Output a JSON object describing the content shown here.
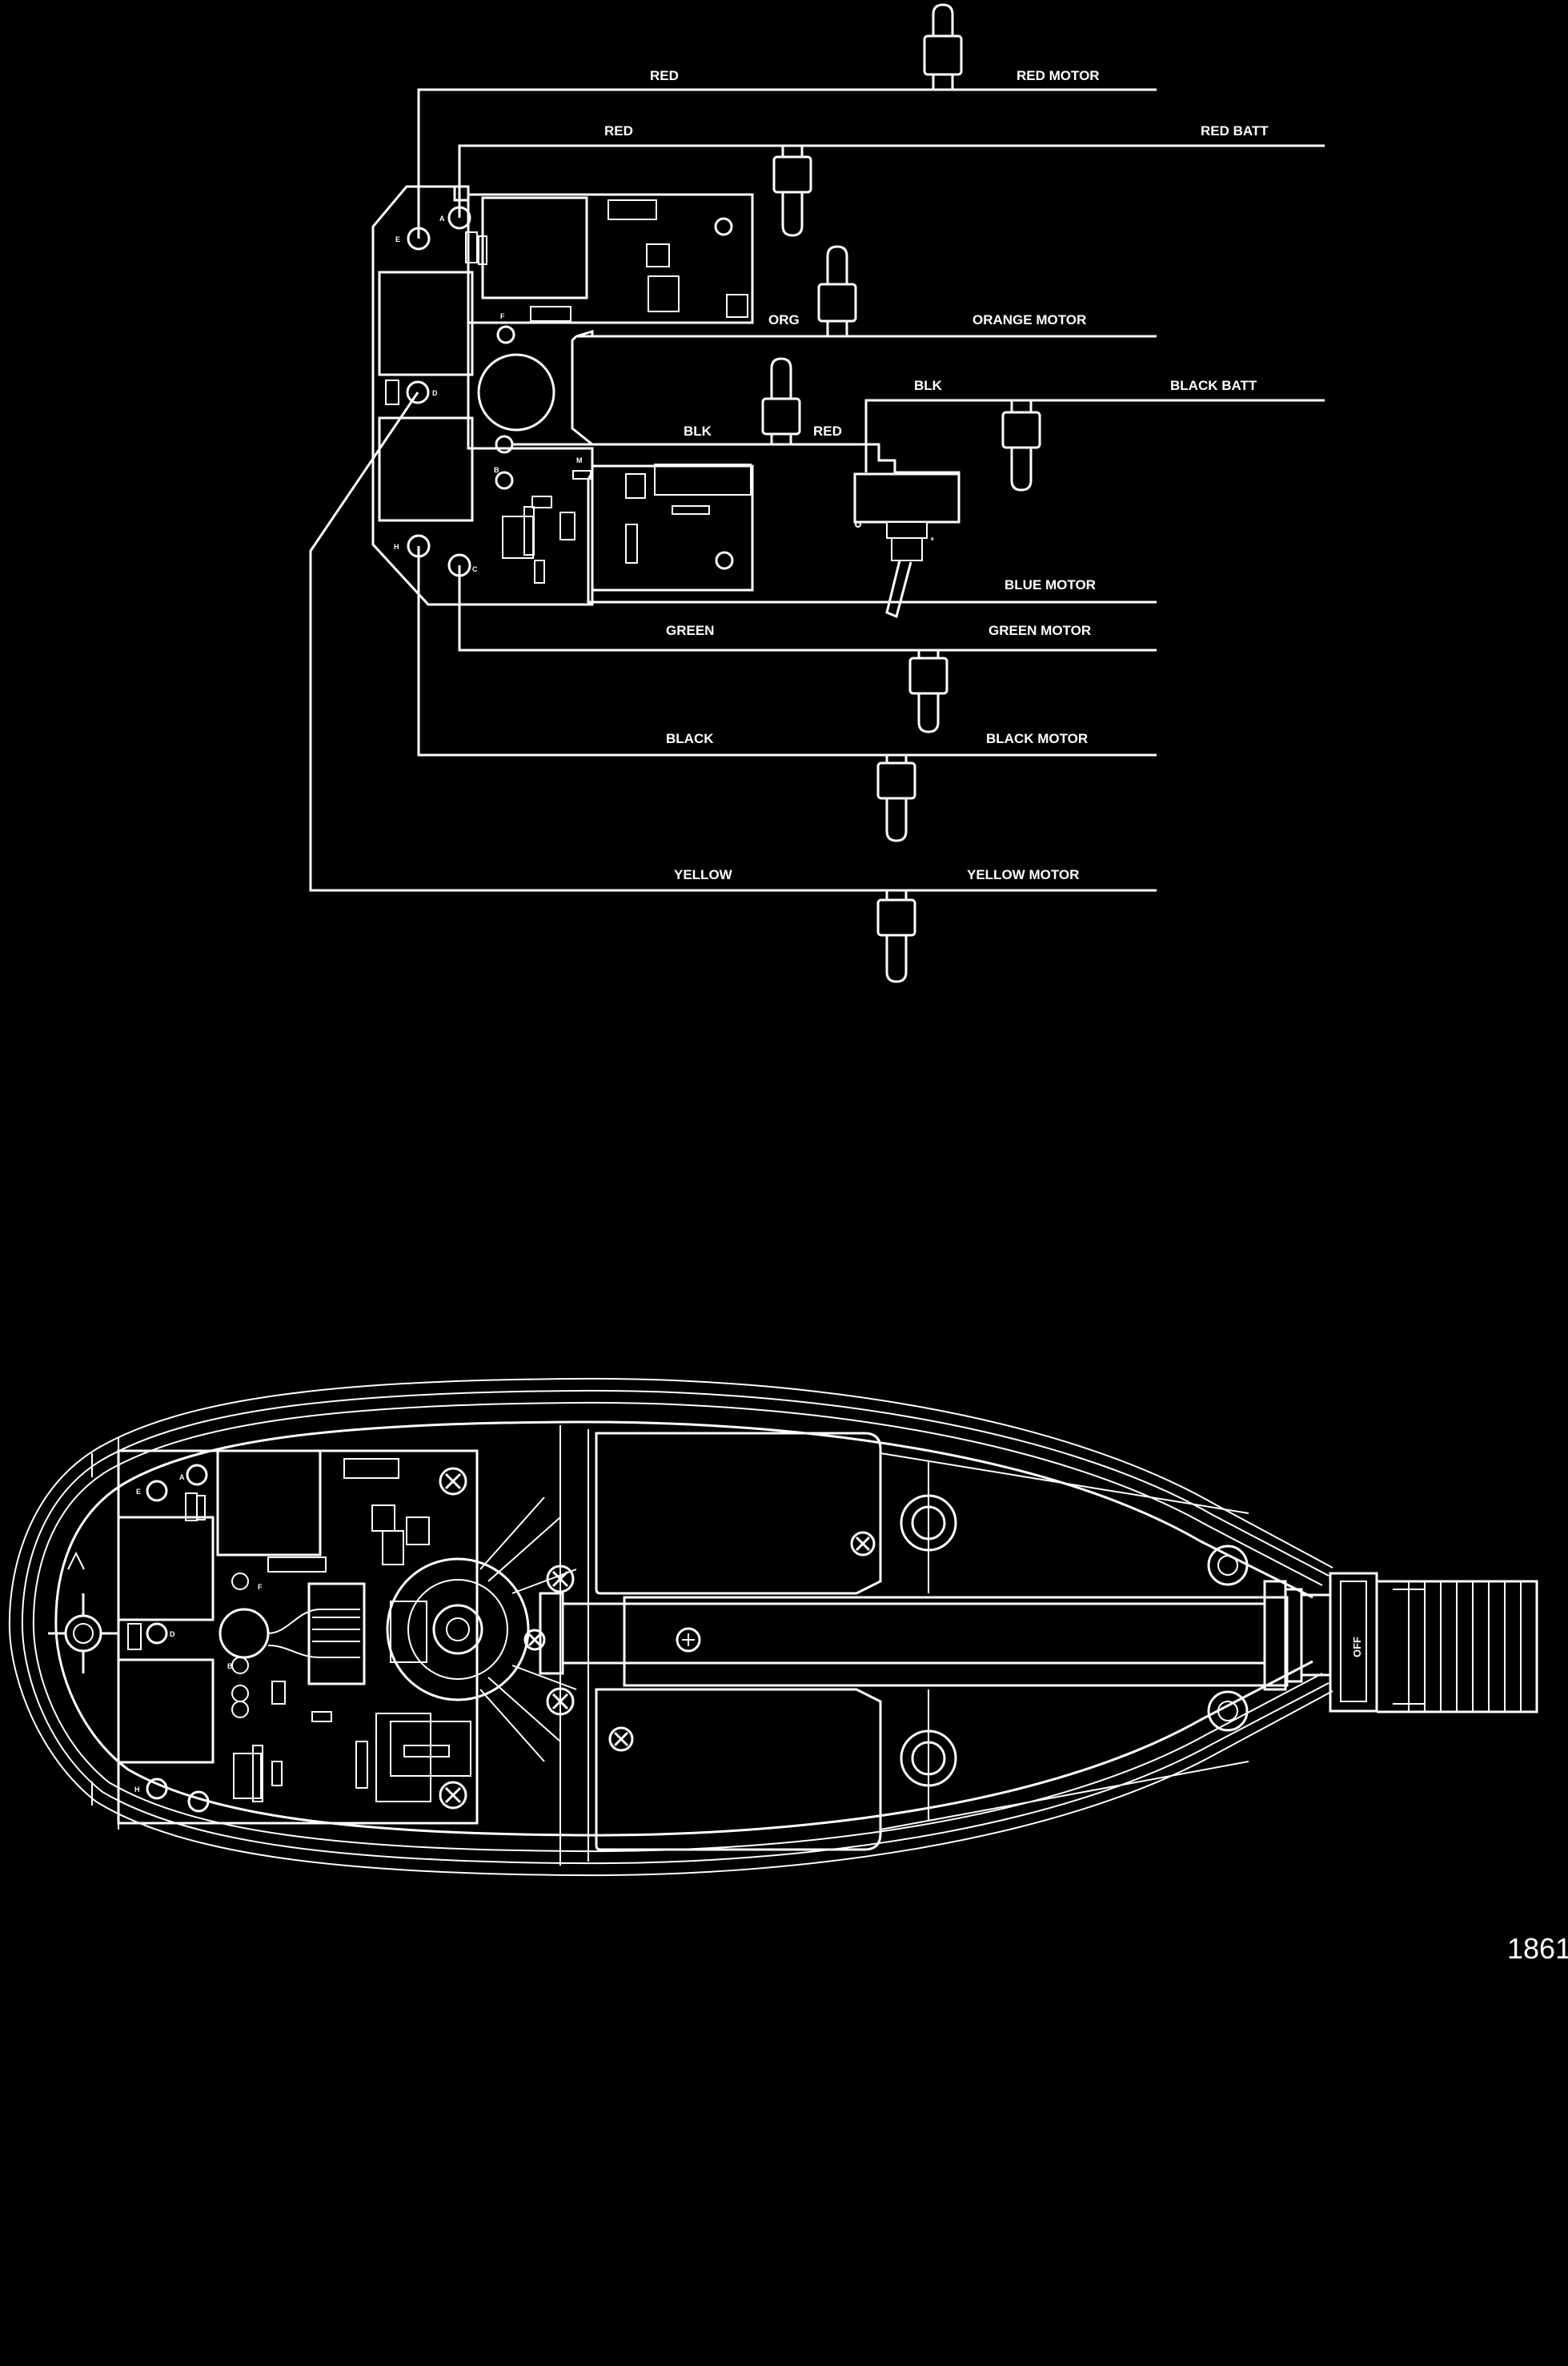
{
  "wiring": {
    "labels": {
      "red_top": "RED",
      "red_motor": "RED MOTOR",
      "red_second": "RED",
      "red_batt": "RED BATT",
      "org": "ORG",
      "orange_motor": "ORANGE MOTOR",
      "blk_switch": "BLK",
      "black_batt": "BLACK BATT",
      "blk_board": "BLK",
      "red_switch": "RED",
      "blue_motor": "BLUE MOTOR",
      "green": "GREEN",
      "green_motor": "GREEN MOTOR",
      "black": "BLACK",
      "black_motor": "BLACK MOTOR",
      "yellow": "YELLOW",
      "yellow_motor": "YELLOW MOTOR"
    },
    "pin_letters": {
      "a": "A",
      "b": "B",
      "c": "C",
      "d": "D",
      "e": "E",
      "f": "F",
      "h": "H",
      "m": "M"
    }
  },
  "head": {
    "switch_label": "OFF",
    "pin_letters": {
      "a": "A",
      "b": "B",
      "d": "D",
      "e": "E",
      "f": "F",
      "h": "H"
    }
  },
  "figure_number": "1861"
}
